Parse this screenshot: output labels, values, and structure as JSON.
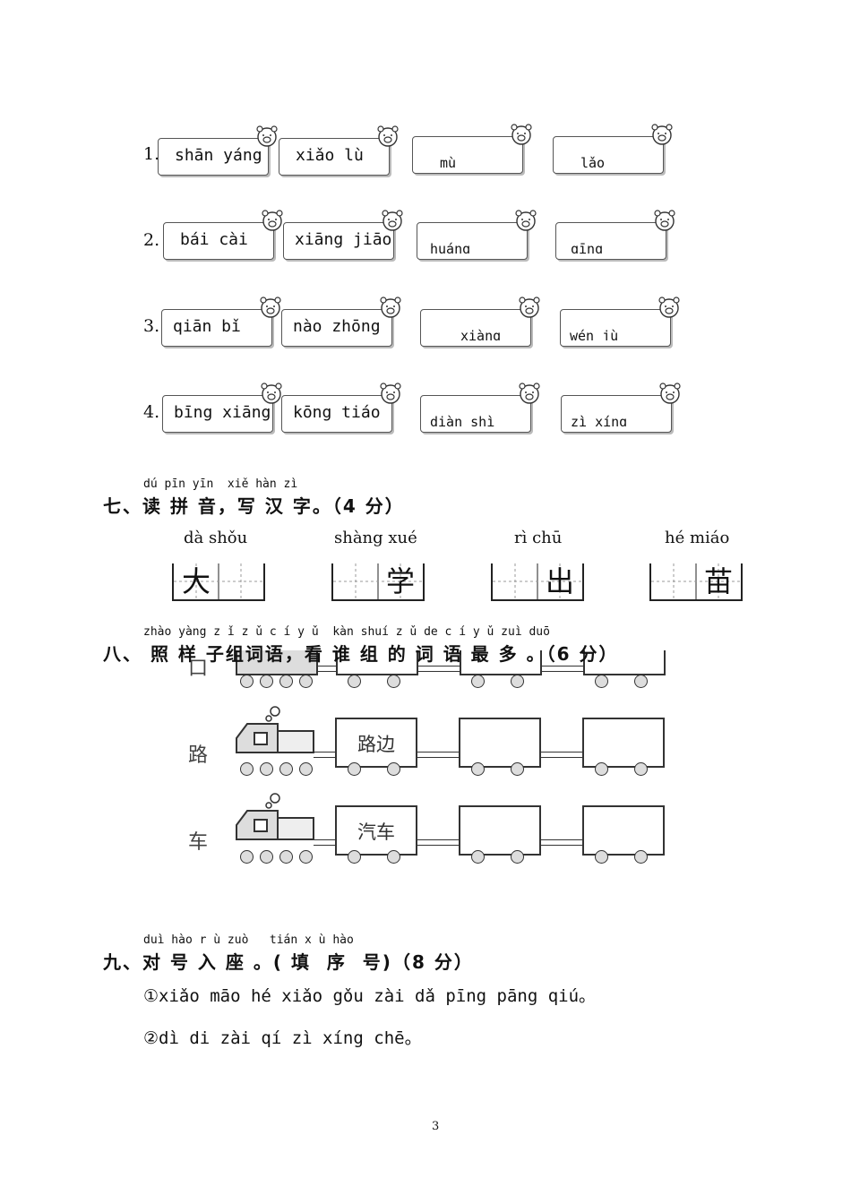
{
  "q6": {
    "rows": [
      {
        "num": "1.",
        "cards": [
          "shān yáng",
          "xiǎo lù",
          "mù",
          "lǎo"
        ]
      },
      {
        "num": "2.",
        "cards": [
          "bái cài",
          "xiāng jiāo",
          "huáng",
          "qīng"
        ]
      },
      {
        "num": "3.",
        "cards": [
          "qiān bǐ",
          "nào zhōng",
          "xiàng",
          "wén jù"
        ]
      },
      {
        "num": "4.",
        "cards": [
          "bīng xiāng",
          "kōng tiáo",
          "diàn shì",
          "zì xíng"
        ]
      }
    ]
  },
  "q7": {
    "pinyin_line": "dú pīn yīn  xiě hàn zì",
    "title": "七、读 拼 音，写 汉 字。（4 分）",
    "items": [
      {
        "pinyin": "dà shǒu",
        "chars": [
          "大",
          ""
        ]
      },
      {
        "pinyin": "shàng xué",
        "chars": [
          "",
          "学"
        ]
      },
      {
        "pinyin": "rì chū",
        "chars": [
          "",
          "出"
        ]
      },
      {
        "pinyin": "hé miáo",
        "chars": [
          "",
          "苗"
        ]
      }
    ]
  },
  "q8": {
    "pinyin_line": "zhào yàng z ǐ z ǔ c í y ǔ  kàn shuí z ǔ de c í y ǔ zuì duō",
    "title": "八、 照 样 子组词语，看 谁 组 的 词 语 最 多 。（6 分）",
    "rows": [
      {
        "label": "口",
        "example": ""
      },
      {
        "label": "路",
        "example": "路边"
      },
      {
        "label": "车",
        "example": "汽车"
      }
    ]
  },
  "q9": {
    "pinyin_line": "duì hào r ù zuò   tián x ù hào",
    "title": "九、对 号 入 座 。( 填  序  号)（8 分）",
    "sentences": [
      "①xiǎo māo hé xiǎo gǒu zài dǎ pīng pāng qiú。",
      "②dì di zài qí zì xíng chē。"
    ]
  },
  "page_number": "3"
}
